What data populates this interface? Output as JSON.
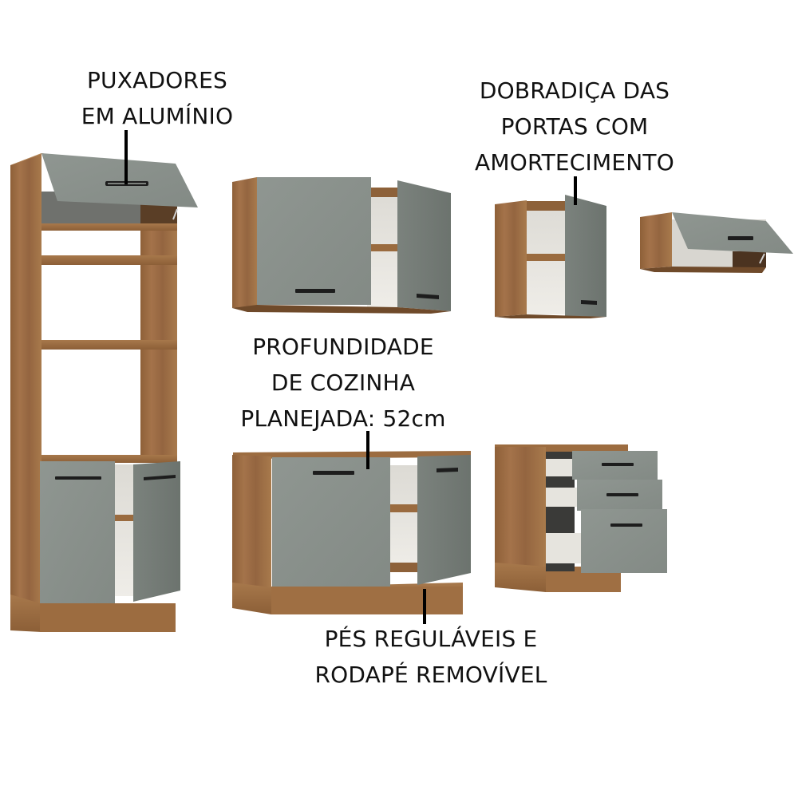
{
  "annotations": {
    "handles": {
      "lines": [
        "PUXADORES",
        "EM ALUMÍNIO"
      ]
    },
    "hinge": {
      "lines": [
        "DOBRADIÇA DAS",
        "PORTAS COM",
        "AMORTECIMENTO"
      ]
    },
    "depth": {
      "lines": [
        "PROFUNDIDADE",
        "DE COZINHA",
        "PLANEJADA: 52cm"
      ]
    },
    "feet": {
      "lines": [
        "PÉS REGULÁVEIS E",
        "RODAPÉ REMOVÍVEL"
      ]
    }
  },
  "products": [
    {
      "id": "tall-oven-tower",
      "doors": 3,
      "type": "torre quente"
    },
    {
      "id": "wall-cabinet-2-doors",
      "doors": 2,
      "type": "aéreo"
    },
    {
      "id": "wall-cabinet-1-door",
      "doors": 1,
      "type": "aéreo"
    },
    {
      "id": "wall-cabinet-flip-up",
      "doors": 1,
      "type": "aéreo basculante"
    },
    {
      "id": "base-cabinet-2-doors",
      "doors": 2,
      "type": "balcão"
    },
    {
      "id": "base-drawer-unit",
      "drawers": 3,
      "type": "gaveteiro"
    }
  ],
  "colors": {
    "wood": "#9a6b3f",
    "wood_dark": "#7f5430",
    "wood_light": "#b07f4f",
    "door_gray": "#8a918c",
    "door_gray_dark": "#737a75",
    "interior": "#e9e7e1",
    "handle": "#222222",
    "background": "#ffffff",
    "text": "#111111"
  }
}
